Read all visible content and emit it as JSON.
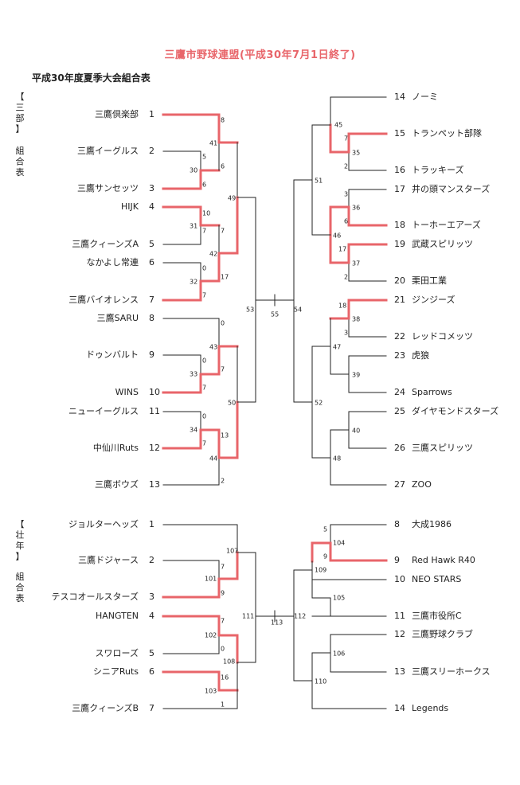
{
  "title": "三鷹市野球連盟(平成30年7月1日終了)",
  "subtitle": "平成30年度夏季大会組合表",
  "colors": {
    "ink": "#222222",
    "winner": "#e8656a",
    "title": "#e8656a"
  },
  "sections": [
    {
      "id": "sanbu",
      "label_top": [
        "【",
        "三",
        "部",
        "】"
      ],
      "label_bottom": [
        "組",
        "合",
        "表"
      ],
      "left_teams": [
        {
          "no": "1",
          "name": "三鷹倶楽部"
        },
        {
          "no": "2",
          "name": "三鷹イーグルス"
        },
        {
          "no": "3",
          "name": "三鷹サンセッツ"
        },
        {
          "no": "4",
          "name": "HIJK"
        },
        {
          "no": "5",
          "name": "三鷹クィーンズA"
        },
        {
          "no": "6",
          "name": "なかよし常連"
        },
        {
          "no": "7",
          "name": "三鷹バイオレンス"
        },
        {
          "no": "8",
          "name": "三鷹SARU"
        },
        {
          "no": "9",
          "name": "ドゥンバルト"
        },
        {
          "no": "10",
          "name": "WINS"
        },
        {
          "no": "11",
          "name": "ニューイーグルス"
        },
        {
          "no": "12",
          "name": "中仙川Ruts"
        },
        {
          "no": "13",
          "name": "三鷹ボウズ"
        }
      ],
      "right_teams": [
        {
          "no": "14",
          "name": "ノーミ"
        },
        {
          "no": "15",
          "name": "トランペット部隊"
        },
        {
          "no": "16",
          "name": "トラッキーズ"
        },
        {
          "no": "17",
          "name": "井の頭マンスターズ"
        },
        {
          "no": "18",
          "name": "トーホーエアーズ"
        },
        {
          "no": "19",
          "name": "武蔵スピリッツ"
        },
        {
          "no": "20",
          "name": "栗田工業"
        },
        {
          "no": "21",
          "name": "ジンジーズ"
        },
        {
          "no": "22",
          "name": "レッドコメッツ"
        },
        {
          "no": "23",
          "name": "虎狼"
        },
        {
          "no": "24",
          "name": "Sparrows"
        },
        {
          "no": "25",
          "name": "ダイヤモンドスターズ"
        },
        {
          "no": "26",
          "name": "三鷹スピリッツ"
        },
        {
          "no": "27",
          "name": "ZOO"
        }
      ],
      "scores": [
        "8",
        "41",
        "6",
        "5",
        "30",
        "6",
        "10",
        "31",
        "7",
        "7",
        "42",
        "17",
        "0",
        "32",
        "7",
        "0",
        "43",
        "7",
        "0",
        "33",
        "7",
        "0",
        "34",
        "7",
        "13",
        "44",
        "2",
        "45",
        "7",
        "35",
        "2",
        "3",
        "36",
        "6",
        "17",
        "37",
        "2",
        "18",
        "38",
        "3",
        "47",
        "39",
        "52",
        "40",
        "48",
        "51",
        "46",
        "49",
        "50",
        "53",
        "55",
        "54"
      ]
    },
    {
      "id": "sonen",
      "label_top": [
        "【",
        "壮",
        "年",
        "】"
      ],
      "label_bottom": [
        "組",
        "合",
        "表"
      ],
      "left_teams": [
        {
          "no": "1",
          "name": "ジョルターヘッズ"
        },
        {
          "no": "2",
          "name": "三鷹ドジャース"
        },
        {
          "no": "3",
          "name": "テスコオールスターズ"
        },
        {
          "no": "4",
          "name": "HANGTEN"
        },
        {
          "no": "5",
          "name": "スワローズ"
        },
        {
          "no": "6",
          "name": "シニアRuts"
        },
        {
          "no": "7",
          "name": "三鷹クィーンズB"
        }
      ],
      "right_teams": [
        {
          "no": "8",
          "name": "大成1986"
        },
        {
          "no": "9",
          "name": "Red Hawk R40"
        },
        {
          "no": "10",
          "name": "NEO STARS"
        },
        {
          "no": "11",
          "name": "三鷹市役所C"
        },
        {
          "no": "12",
          "name": "三鷹野球クラブ"
        },
        {
          "no": "13",
          "name": "三鷹スリーホークス"
        },
        {
          "no": "14",
          "name": "Legends"
        }
      ],
      "scores": [
        "107",
        "7",
        "101",
        "9",
        "7",
        "102",
        "0",
        "108",
        "16",
        "103",
        "1",
        "5",
        "104",
        "9",
        "109",
        "105",
        "106",
        "110",
        "111",
        "113",
        "112"
      ]
    }
  ]
}
